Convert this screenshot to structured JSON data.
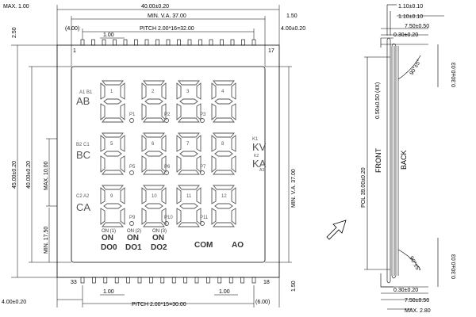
{
  "dims": {
    "max_1": "MAX. 1.00",
    "d_40": "40.00±0.20",
    "min_va_37": "MIN. V.A. 37.00",
    "d_150_top": "1.50",
    "d_250": "2.50",
    "d_400_paren": "(4.00)",
    "d_100_top": "1.00",
    "pitch_top": "PITCH 2.00*16=32.00",
    "d_400_top": "4.00±0.20",
    "pin_1": "1",
    "pin_17": "17",
    "pin_33": "33",
    "pin_18": "18",
    "d_45": "45.00±0.20",
    "d_40v": "40.00±0.20",
    "max_10": "MAX. 10.00",
    "min_17_5": "MIN. 17.50",
    "min_va_37v": "MIN. V.A. 37.00",
    "d_100_bot": "1.00",
    "d_100_bot2": "1.00",
    "d_150_bot": "1.50",
    "pitch_bot": "PITCH 2.00*15=30.00",
    "d_400_bot": "4.00±0.20",
    "d_600_paren": "(6.00)"
  },
  "display": {
    "digits_row1": [
      "1",
      "2",
      "3",
      "4"
    ],
    "digits_row2": [
      "5",
      "6",
      "7",
      "8"
    ],
    "digits_row3": [
      "9",
      "10",
      "11",
      "12"
    ],
    "dots": [
      "P1",
      "P2",
      "P3",
      "P5",
      "P6",
      "P7",
      "P9",
      "P10",
      "P11"
    ],
    "left_row1_small": "A1 B1",
    "left_row1_big": "AB",
    "left_row2_small": "B2 C1",
    "left_row2_big": "BC",
    "left_row3_small": "C2 A2",
    "left_row3_big": "CA",
    "right_k1": "K1",
    "right_kv": "KV",
    "right_k2": "K2",
    "right_ka": "KA",
    "right_a3": "A3",
    "on_labels": [
      "ON (1)",
      "ON (2)",
      "ON (3)"
    ],
    "on_big": [
      "ON",
      "ON",
      "ON"
    ],
    "do_labels": [
      "DO0",
      "DO1",
      "DO2"
    ],
    "com": "COM",
    "ao": "AO"
  },
  "side": {
    "d_110": "1.10±0.10",
    "d_110b": "1.10±0.10",
    "d_750_top": "7.50±0.50",
    "d_030_top": "0.30±0.20",
    "angle_top": "90°±5°",
    "d_030_03_top": "0.30±0.03",
    "d_050": "0.50±0.50 (4X)",
    "pol": "POL 39.00±0.20",
    "front": "FRONT",
    "back": "BACK",
    "angle_bot": "90°±5°",
    "d_030_03_bot": "0.30±0.03",
    "d_030_bot": "0.30±0.20",
    "d_750_bot": "7.50±0.50",
    "max_280": "MAX. 2.80"
  }
}
